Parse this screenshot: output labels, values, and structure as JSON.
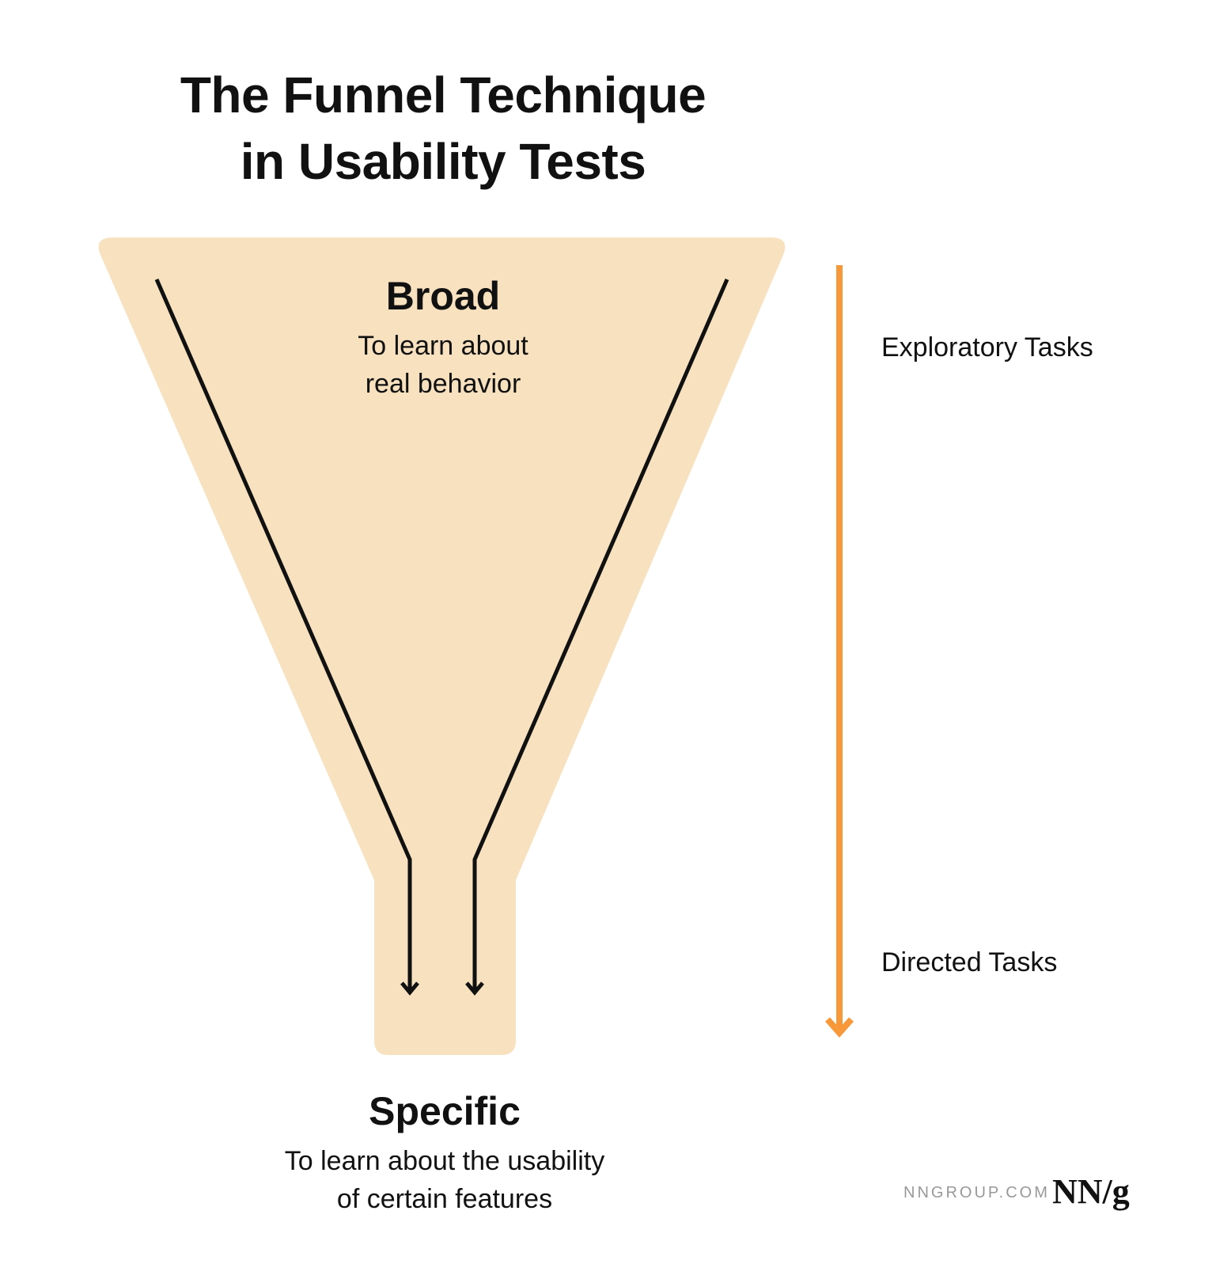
{
  "title": {
    "line1": "The Funnel Technique",
    "line2": "in Usability Tests"
  },
  "broad": {
    "heading": "Broad",
    "line1": "To learn about",
    "line2": "real behavior"
  },
  "specific": {
    "heading": "Specific",
    "line1": "To learn about the usability",
    "line2": "of certain features"
  },
  "scale": {
    "top_label": "Exploratory Tasks",
    "bottom_label": "Directed Tasks"
  },
  "footer": {
    "site": "NNGROUP.COM",
    "logo": "NN/g"
  },
  "colors": {
    "funnel": "#f7e1bf",
    "arrow": "#f7993a",
    "text": "#111111"
  }
}
